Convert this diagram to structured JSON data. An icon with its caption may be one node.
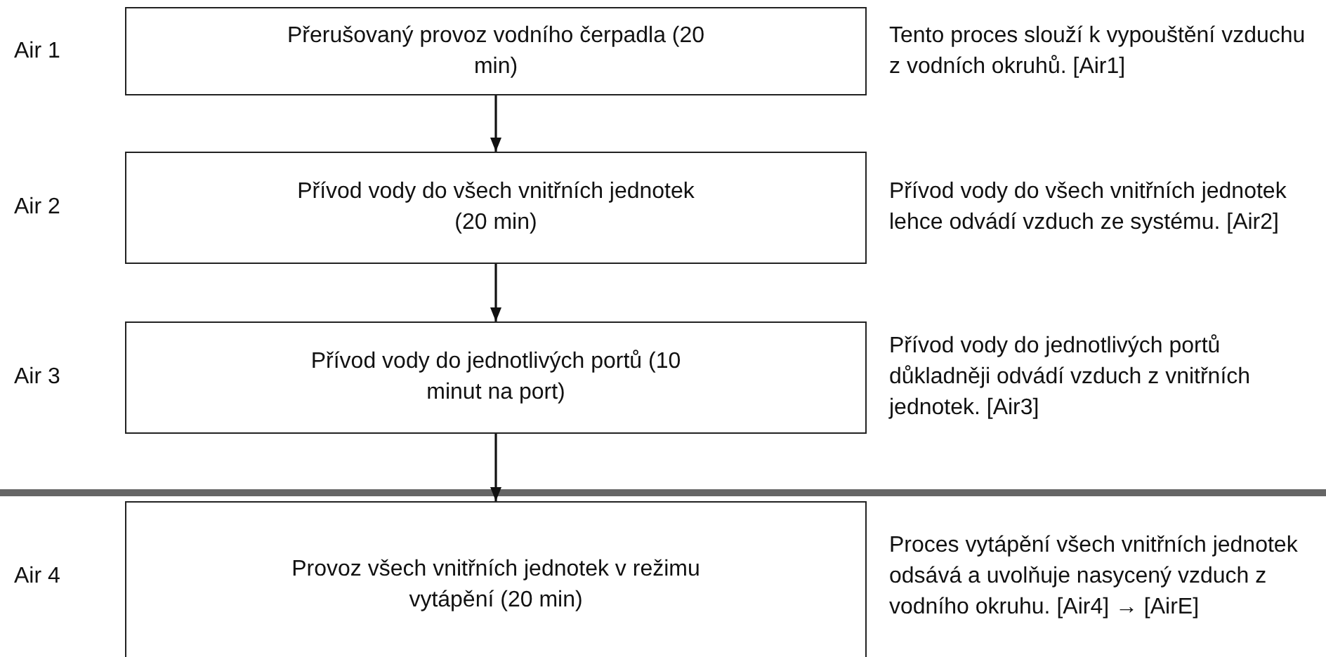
{
  "diagram": {
    "nodes": [
      {
        "text": [
          "Přerušovaný provoz vodního čerpadla (20 min)"
        ],
        "beside": [
          "Air 1",
          "Tento proces slouží k vypouštění vzduchu z vodních okruhů. [Air1]"
        ]
      },
      {
        "text": [
          "Přívod vody do všech vnitřních jednotek (20 min)"
        ],
        "beside": [
          "Air 2",
          "Přívod vody do všech vnitřních jednotek lehce odvádí vzduch ze systému. [Air2]"
        ]
      },
      {
        "text": [
          "Přívod vody do jednotlivých portů (10 minut na port)"
        ],
        "beside": [
          "Air 3",
          "Přívod vody do jednotlivých portů důkladněji odvádí vzduch z vnitřních jednotek. [Air3]"
        ]
      },
      {
        "text": [
          "Provoz všech vnitřních jednotek v režimu vytápění (20 min)"
        ],
        "beside": [
          "Air 4",
          "Proces vytápění všech vnitřních jednotek odsává a uvolňuje nasycený vzduch z vodního okruhu. [Air4] → [AirE]"
        ]
      }
    ],
    "edges": [
      {
        "from": 0,
        "to": 1,
        "arrow": "to"
      },
      {
        "from": 1,
        "to": 2,
        "arrow": "to"
      },
      {
        "from": 2,
        "to": 3,
        "arrow": "to"
      }
    ]
  }
}
